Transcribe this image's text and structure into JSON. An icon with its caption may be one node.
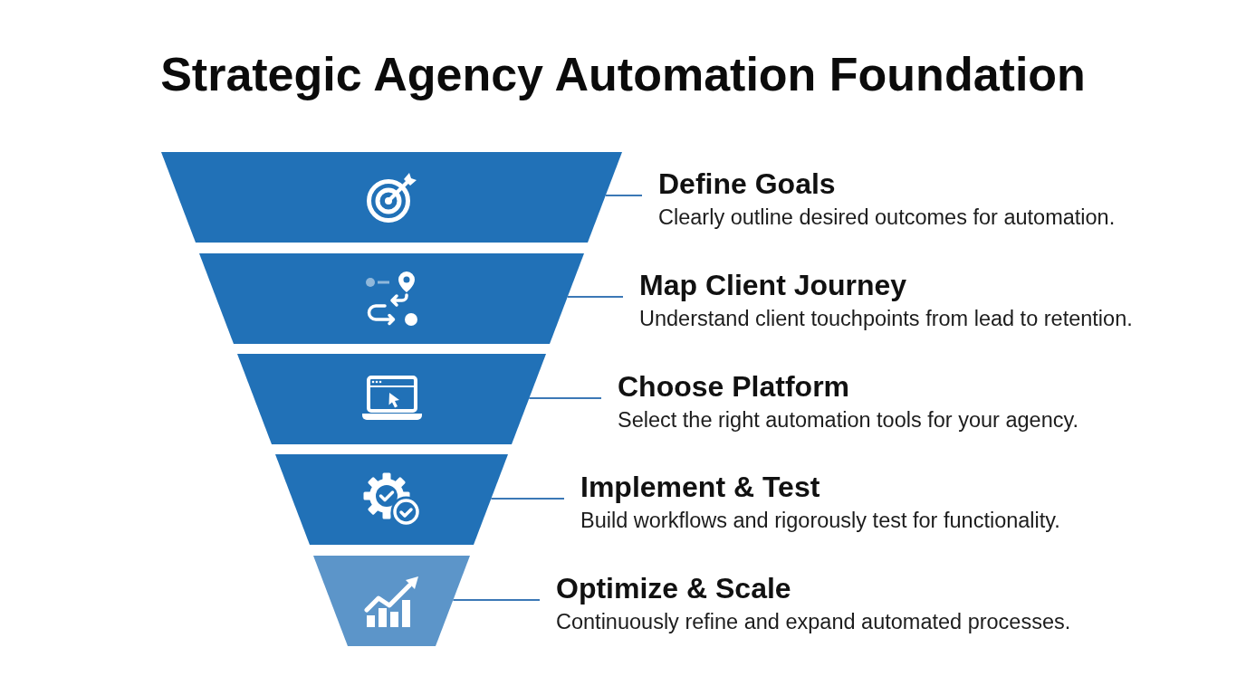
{
  "diagram": {
    "title": "Strategic Agency Automation Foundation",
    "nodes": [
      {
        "text": [],
        "shape": "trapezoid"
      },
      {
        "text": [
          "Define Goals",
          "Clearly outline desired outcomes for automation."
        ]
      },
      {
        "text": [],
        "shape": "trapezoid"
      },
      {
        "text": [
          "Map Client Journey",
          "Understand client touchpoints from lead to retention."
        ]
      },
      {
        "text": [],
        "shape": "trapezoid"
      },
      {
        "text": [
          "Choose Platform",
          "Select the right automation tools for your agency."
        ]
      },
      {
        "text": [],
        "shape": "trapezoid"
      },
      {
        "text": [
          "Implement & Test",
          "Build workflows and rigorously test for functionality."
        ]
      },
      {
        "text": [],
        "shape": "trapezoid"
      },
      {
        "text": [
          "Optimize & Scale",
          "Continuously refine and expand automated processes."
        ]
      }
    ],
    "edges": [
      {
        "from": 0,
        "to": 1,
        "arrow": "none"
      },
      {
        "from": 2,
        "to": 3,
        "arrow": "none"
      },
      {
        "from": 4,
        "to": 5,
        "arrow": "none"
      },
      {
        "from": 6,
        "to": 7,
        "arrow": "none"
      },
      {
        "from": 8,
        "to": 9,
        "arrow": "none"
      }
    ]
  }
}
